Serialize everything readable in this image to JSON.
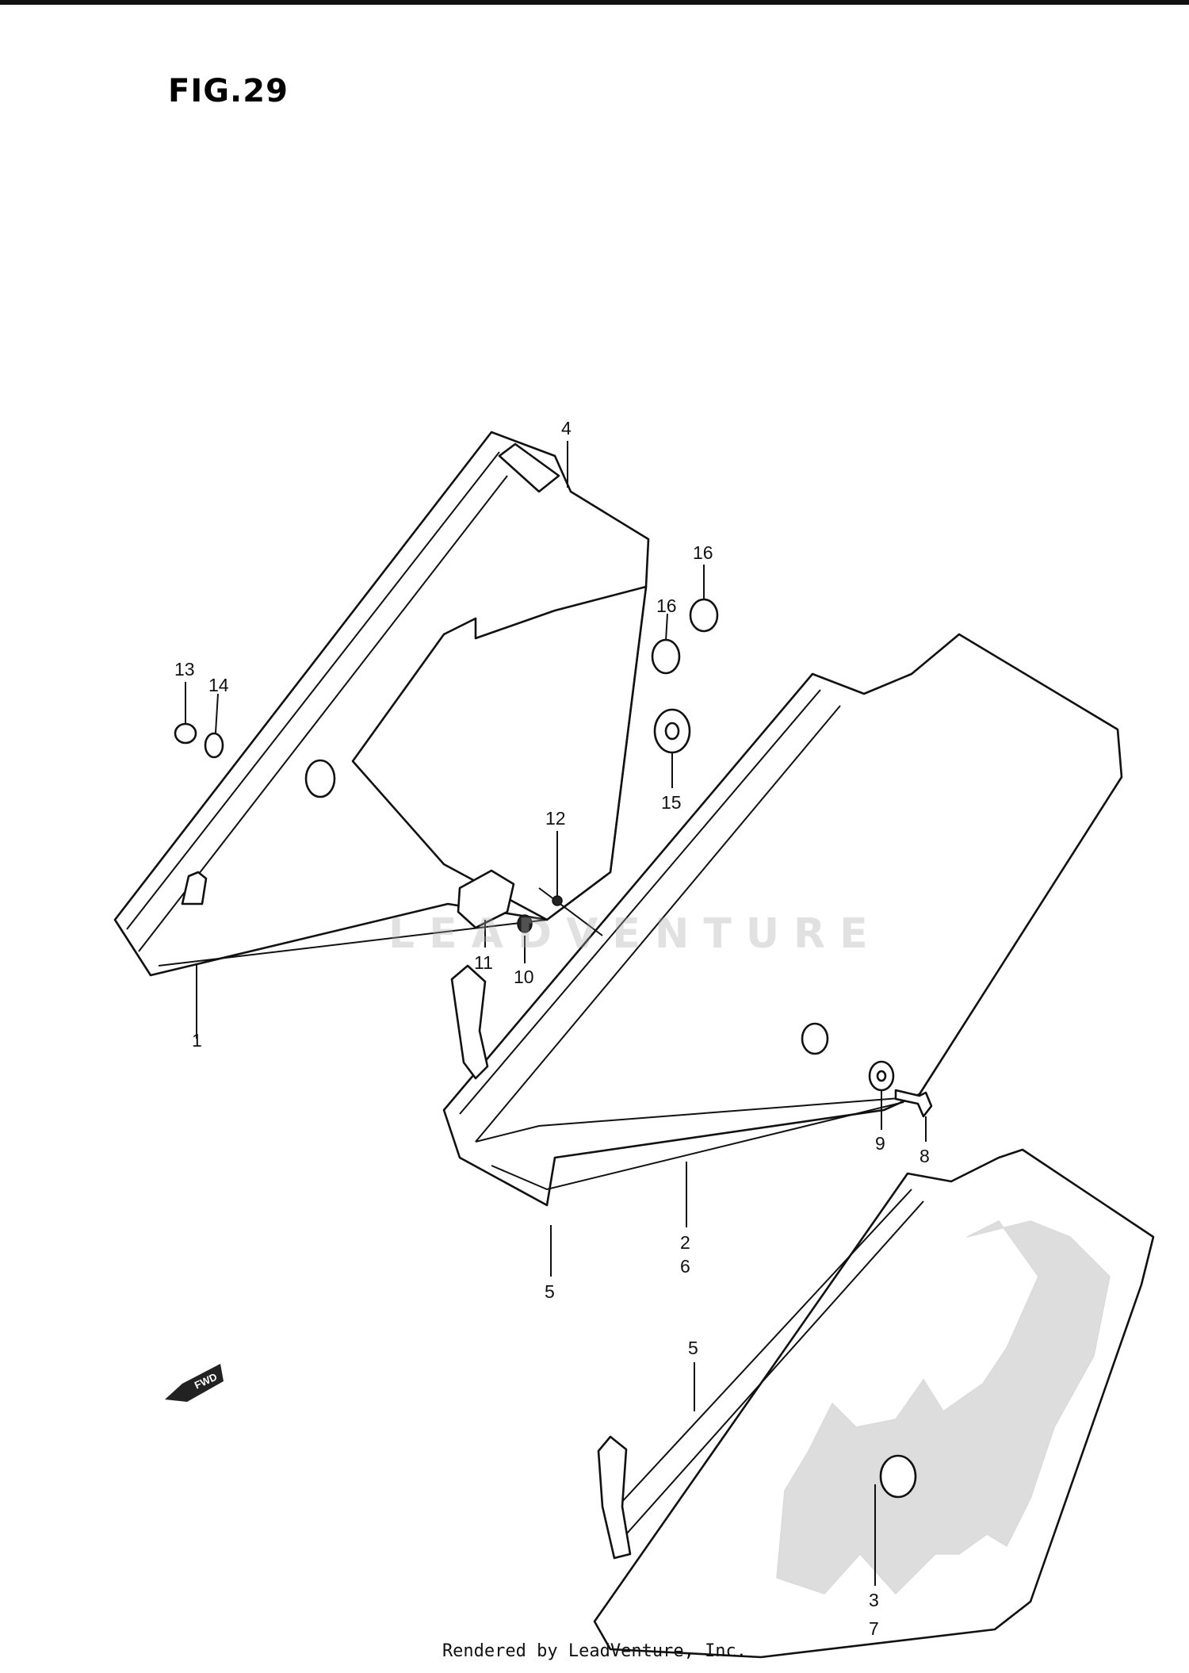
{
  "figure": {
    "title": "FIG.29"
  },
  "callouts": {
    "c1": "1",
    "c2": "2",
    "c3": "3",
    "c4": "4",
    "c5a": "5",
    "c5b": "5",
    "c6": "6",
    "c7": "7",
    "c8": "8",
    "c9": "9",
    "c10": "10",
    "c11": "11",
    "c12": "12",
    "c13": "13",
    "c14": "14",
    "c15": "15",
    "c16a": "16",
    "c16b": "16"
  },
  "fwd_badge": "FWD",
  "watermark": "LEADVENTURE",
  "footer": "Rendered by LeadVenture, Inc."
}
